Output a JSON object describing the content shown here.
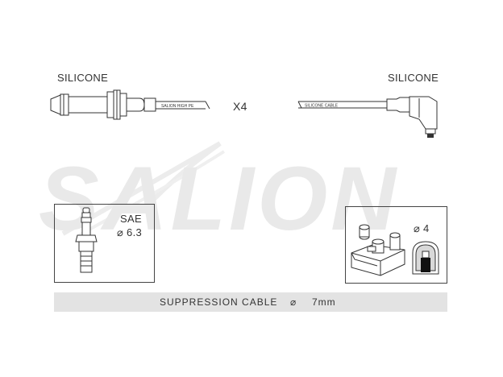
{
  "left_label": "SILICONE",
  "right_label": "SILICONE",
  "multiplier": "X4",
  "left_wire_print": "SALION HIGH PE",
  "right_wire_print": "SILICONE CABLE",
  "watermark": "SALION",
  "sae_box": {
    "line1": "SAE",
    "line2": "⌀ 6.3"
  },
  "distributor_box": {
    "label": "⌀ 4"
  },
  "footer": {
    "text": "SUPPRESSION CABLE",
    "symbol": "⌀",
    "value": "7mm"
  }
}
